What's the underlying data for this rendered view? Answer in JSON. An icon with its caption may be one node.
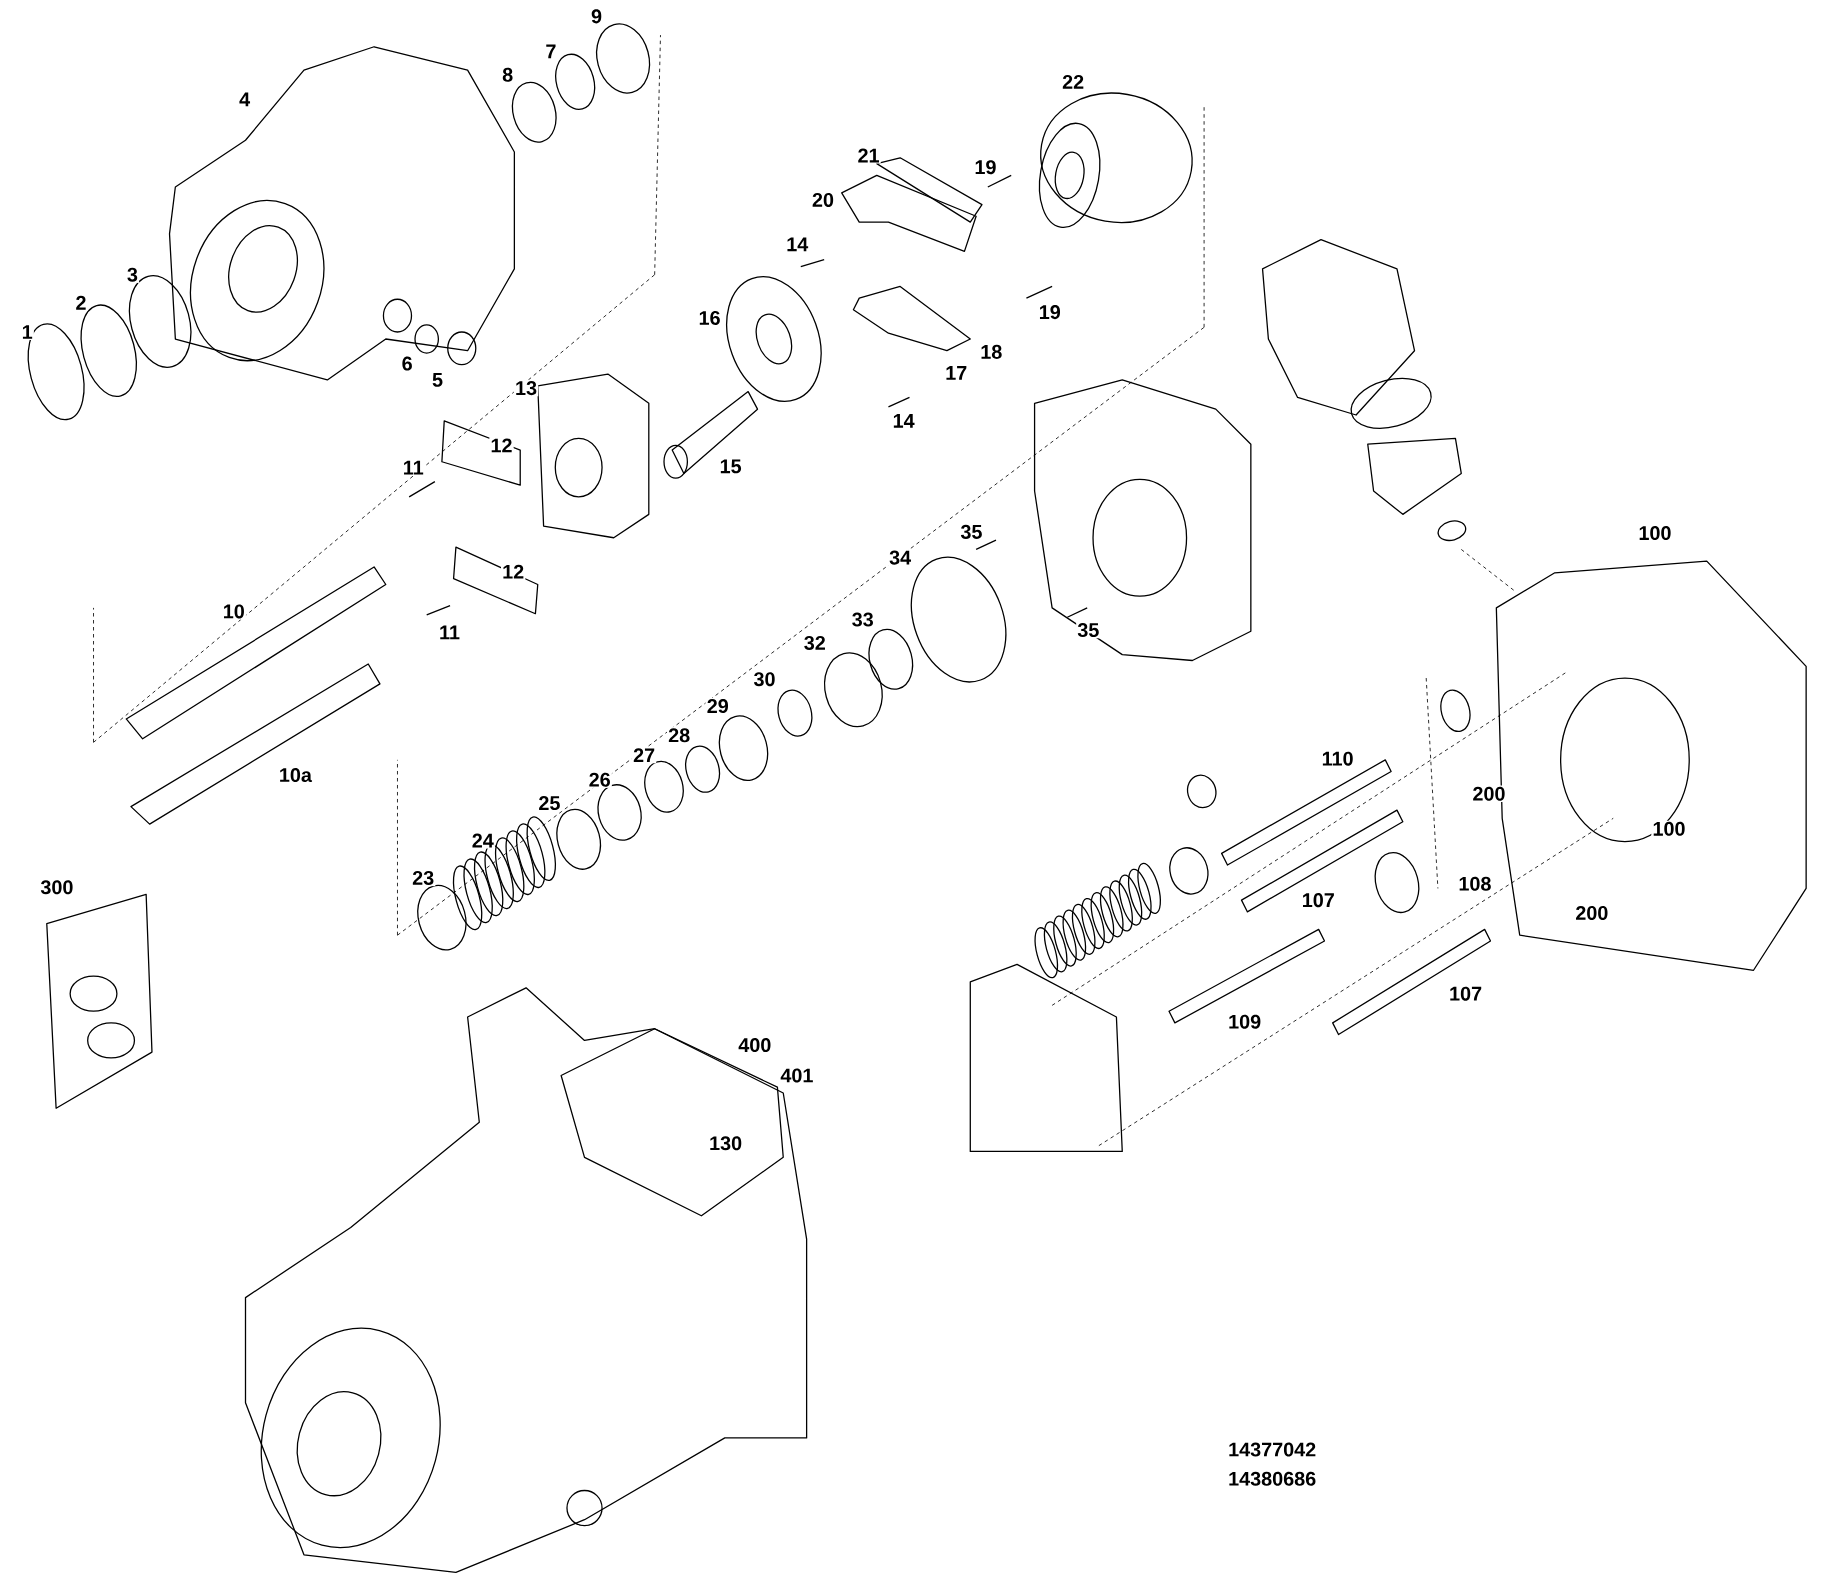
{
  "diagram": {
    "labels": [
      "9",
      "7",
      "8",
      "4",
      "22",
      "21",
      "19",
      "20",
      "14",
      "3",
      "2",
      "1",
      "19",
      "16",
      "6",
      "5",
      "18",
      "17",
      "13",
      "14",
      "12",
      "15",
      "11",
      "35",
      "100",
      "34",
      "12",
      "10",
      "33",
      "35",
      "11",
      "32",
      "30",
      "29",
      "28",
      "110",
      "27",
      "10a",
      "26",
      "200",
      "25",
      "100",
      "24",
      "23",
      "108",
      "300",
      "107",
      "200",
      "107",
      "109",
      "400",
      "401",
      "130",
      "14377042",
      "14380686"
    ]
  }
}
